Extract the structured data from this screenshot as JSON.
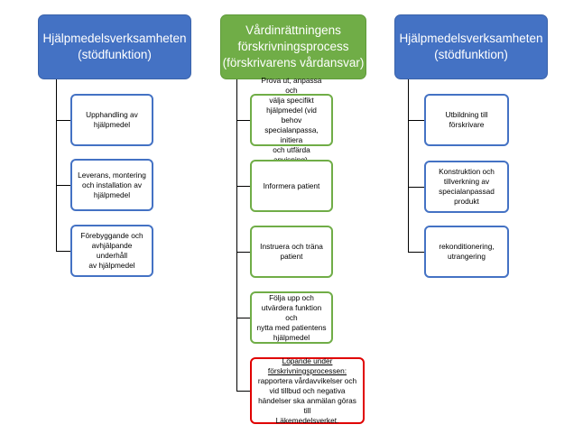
{
  "columns": [
    {
      "header": [
        "Hjälpmedelsverksamheten",
        "(stödfunktion)"
      ],
      "items": [
        [
          "Upphandling av",
          "hjälpmedel"
        ],
        [
          "Leverans, montering",
          "och installation av",
          "hjälpmedel"
        ],
        [
          "Förebyggande och",
          "avhjälpande underhåll",
          "av hjälpmedel"
        ]
      ]
    },
    {
      "header": [
        "Vårdinrättningens",
        "förskrivningsprocess",
        "(förskrivarens vårdansvar)"
      ],
      "items": [
        [
          "Prova ut, anpassa och",
          "välja specifikt",
          "hjälpmedel (vid behov",
          "specialanpassa, initiera",
          "och utfärda anvisning)."
        ],
        [
          "Informera patient"
        ],
        [
          "Instruera och träna",
          "patient"
        ],
        [
          "Följa upp och",
          "utvärdera funktion och",
          "nytta med patientens",
          "hjälpmedel"
        ],
        [
          "Löpande under",
          "förskrivningsprocessen:",
          "rapportera vårdavvikelser och",
          "vid tillbud och negativa",
          "händelser ska anmälan göras till",
          "Läkemedelsverket."
        ]
      ]
    },
    {
      "header": [
        "Hjälpmedelsverksamheten",
        "(stödfunktion)"
      ],
      "items": [
        [
          "Utbildning till",
          "förskrivare"
        ],
        [
          "Konstruktion och",
          "tillverkning av",
          "specialanpassad",
          "produkt"
        ],
        [
          "rekonditionering,",
          "utrangering"
        ]
      ]
    }
  ]
}
